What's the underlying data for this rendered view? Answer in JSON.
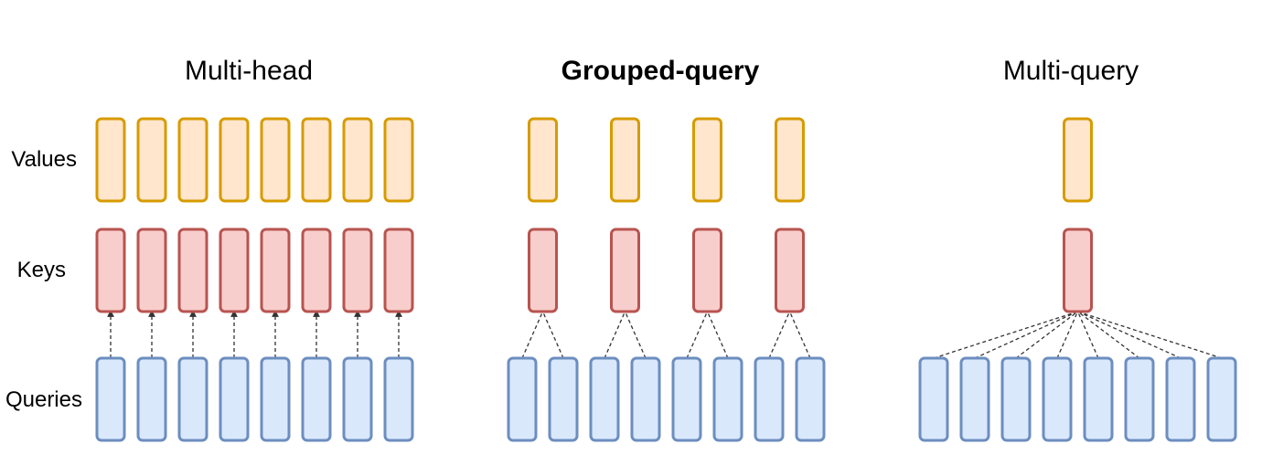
{
  "row_labels": {
    "values": "Values",
    "keys": "Keys",
    "queries": "Queries"
  },
  "panels": [
    {
      "id": "multi-head",
      "title": "Multi-head",
      "bold": false,
      "query_heads": 8,
      "kv_heads": 8
    },
    {
      "id": "grouped-query",
      "title": "Grouped-query",
      "bold": true,
      "query_heads": 8,
      "kv_heads": 4
    },
    {
      "id": "multi-query",
      "title": "Multi-query",
      "bold": false,
      "query_heads": 8,
      "kv_heads": 1
    }
  ],
  "colors": {
    "values_fill": "#ffe6cc",
    "values_stroke": "#d79b00",
    "keys_fill": "#f8cecc",
    "keys_stroke": "#b85450",
    "queries_fill": "#dae8fc",
    "queries_stroke": "#6c8ebf",
    "link": "#333333"
  }
}
